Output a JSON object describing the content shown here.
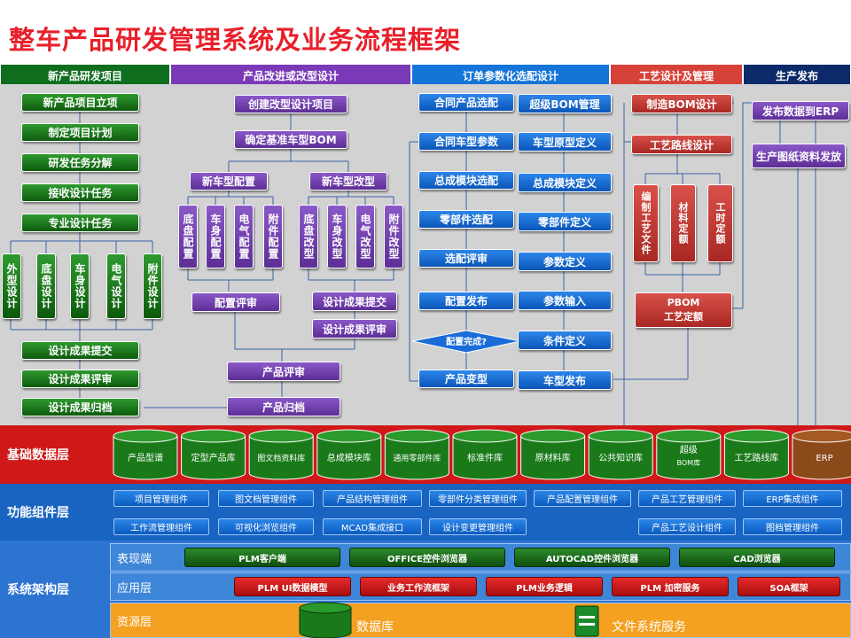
{
  "title": "整车产品研发管理系统及业务流程框架",
  "phases": [
    {
      "label": "新产品研发项目",
      "color": "#0e6e1e"
    },
    {
      "label": "产品改进或改型设计",
      "color": "#7a3ab8"
    },
    {
      "label": "订单参数化选配设计",
      "color": "#1474d8"
    },
    {
      "label": "工艺设计及管理",
      "color": "#d64238"
    },
    {
      "label": "生产发布",
      "color": "#0c2a6a"
    }
  ],
  "new_project": {
    "steps": [
      "新产品项目立项",
      "制定项目计划",
      "研发任务分解",
      "接收设计任务",
      "专业设计任务"
    ],
    "designs": [
      "外型设计",
      "底盘设计",
      "车身设计",
      "电气设计",
      "附件设计"
    ],
    "after": [
      "设计成果提交",
      "设计成果评审",
      "设计成果归档"
    ]
  },
  "improve": {
    "create": "创建改型设计项目",
    "base_bom": "确定基准车型BOM",
    "config_title": "新车型配置",
    "modify_title": "新车型改型",
    "config_items": [
      "底盘配置",
      "车身配置",
      "电气配置",
      "附件配置"
    ],
    "modify_items": [
      "底盘改型",
      "车身改型",
      "电气改型",
      "附件改型"
    ],
    "config_review": "配置评审",
    "submit": "设计成果提交",
    "design_review": "设计成果评审",
    "product_review": "产品评审",
    "archive": "产品归档"
  },
  "order": {
    "left": [
      "合同产品选配",
      "合同车型参数",
      "总成模块选配",
      "零部件选配",
      "选配评审",
      "配置发布"
    ],
    "decision": "配置完成?",
    "variant": "产品变型",
    "right": [
      "超级BOM管理",
      "车型原型定义",
      "总成模块定义",
      "零部件定义",
      "参数定义",
      "参数输入",
      "条件定义",
      "车型发布"
    ]
  },
  "process": {
    "bom": "制造BOM设计",
    "route": "工艺路线设计",
    "items": [
      "编制工艺文件",
      "材料定额",
      "工时定额"
    ],
    "pbom_line1": "PBOM",
    "pbom_line2": "工艺定额"
  },
  "release": {
    "erp": "发布数据到ERP",
    "docs": "生产图纸资料发放"
  },
  "data_layer": {
    "label": "基础数据层",
    "stores": [
      "产品型谱",
      "定型产品库",
      "图文档资料库",
      "总成模块库",
      "通用零部件库",
      "标准件库",
      "原材料库",
      "公共知识库",
      "超级BOM库",
      "工艺路线库",
      "ERP"
    ]
  },
  "function_layer": {
    "label": "功能组件层",
    "row1": [
      "项目管理组件",
      "图文档管理组件",
      "产品结构管理组件",
      "零部件分类管理组件",
      "产品配置管理组件",
      "产品工艺管理组件",
      "ERP集成组件"
    ],
    "row2": [
      "工作流管理组件",
      "可视化浏览组件",
      "MCAD集成接口",
      "设计变更管理组件",
      "产品工艺设计组件",
      "图档管理组件"
    ]
  },
  "arch_layer": {
    "label": "系统架构层",
    "presentation": {
      "label": "表现端",
      "items": [
        "PLM客户端",
        "OFFICE控件浏览器",
        "AUTOCAD控件浏览器",
        "CAD浏览器"
      ]
    },
    "application": {
      "label": "应用层",
      "items": [
        "PLM UI数据模型",
        "业务工作流框架",
        "PLM业务逻辑",
        "PLM 加密服务",
        "SOA框架"
      ]
    },
    "resource": {
      "label": "资源层",
      "items": [
        "数据库",
        "文件系统服务"
      ]
    }
  },
  "colors": {
    "title": "#e8202a",
    "green": "#0e6e1e",
    "purple": "#7a3ab8",
    "blue": "#1474d8",
    "red": "#d64238",
    "navy": "#0c2a6a",
    "data_layer": "#d01818",
    "function_layer": "#1864c0",
    "arch_layer": "#2c74d0",
    "resource": "#f4a020"
  }
}
